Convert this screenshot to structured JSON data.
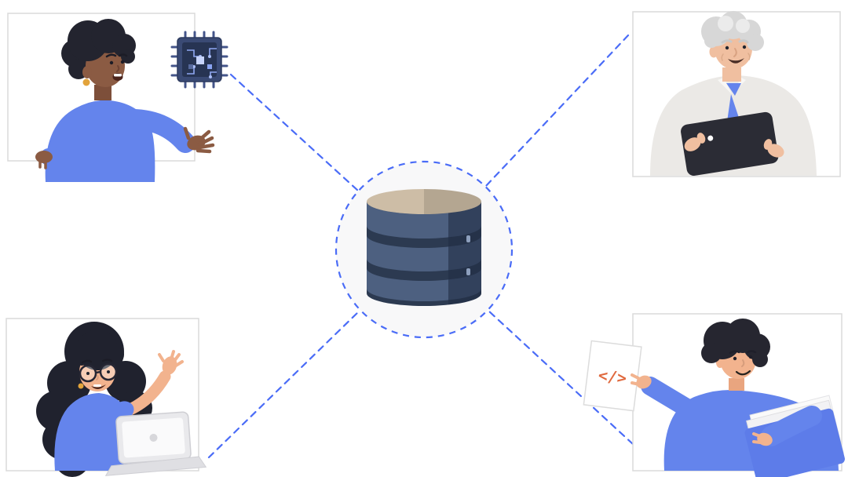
{
  "illustration": {
    "name": "Database collaboration concept illustration",
    "style": "flat vector hub-and-spoke",
    "background": "#ffffff",
    "palette": {
      "accent_blue": "#4a6cf7",
      "clothing_blue": "#6484ec",
      "database_slate": "#4d6080",
      "database_dark": "#2c3a51",
      "database_top_tan": "#cdbda6",
      "panel_border": "#dadada",
      "hub_fill": "#f8f8f9",
      "dark_hair": "#23242f",
      "gray_hair": "#d7d7d7",
      "skin_dark": "#8b5b43",
      "skin_light": "#f0bfa0",
      "skin_tan": "#f2b38e",
      "earring_gold": "#e2a33b",
      "code_orange": "#e06a3f",
      "tablet_dark": "#2b2c35",
      "laptop_gray": "#e9e9ec",
      "folder_blue": "#5d7ce9"
    },
    "center": {
      "icon": "database-icon",
      "description": "three-tier database cylinder inside dashed circle hub",
      "disk_count": 3
    },
    "connector_count": 4,
    "panels": {
      "top_left": {
        "figure": "person with dark curly hair in blue sweater talking and gesturing",
        "badge_icon": "cpu-chip-icon"
      },
      "top_right": {
        "figure": "older gray-haired man in light shirt and blue tie holding a tablet",
        "device": "tablet"
      },
      "bottom_left": {
        "figure": "woman with long wavy hair and glasses gesturing beside an open laptop",
        "device": "laptop"
      },
      "bottom_right": {
        "figure": "man in blue sweater holding a folder and a code sheet",
        "code_label": "</>"
      }
    }
  }
}
